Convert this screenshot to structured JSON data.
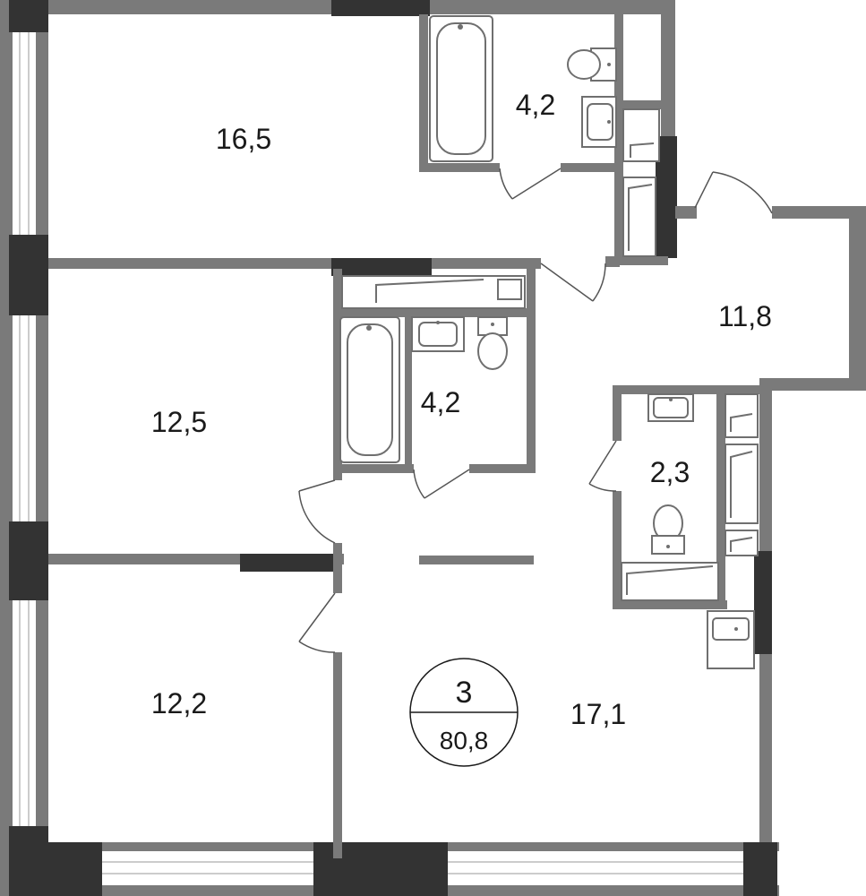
{
  "plan": {
    "apartment": {
      "rooms_count": "3",
      "total_area": "80,8"
    },
    "rooms": [
      {
        "id": "bedroom-1",
        "area": "16,5"
      },
      {
        "id": "bath-1",
        "area": "4,2"
      },
      {
        "id": "hall",
        "area": "11,8"
      },
      {
        "id": "bedroom-2",
        "area": "12,5"
      },
      {
        "id": "bath-2",
        "area": "4,2"
      },
      {
        "id": "wc",
        "area": "2,3"
      },
      {
        "id": "bedroom-3",
        "area": "12,2"
      },
      {
        "id": "living-kitchen",
        "area": "17,1"
      }
    ],
    "colors": {
      "wall": "#7a7a7a",
      "column": "#333333",
      "fixture": "#6f6f6f",
      "background": "#ffffff"
    }
  }
}
